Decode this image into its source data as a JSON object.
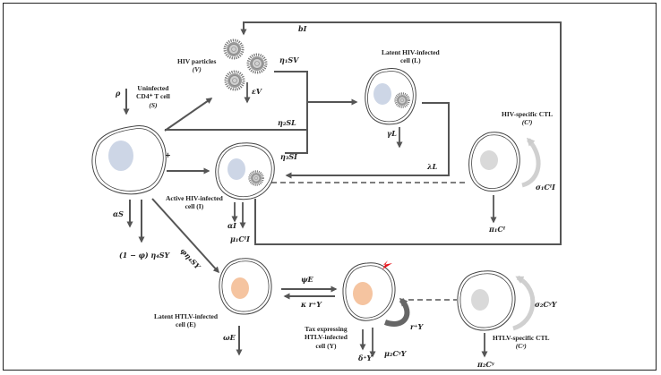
{
  "title": "HIV/HTLV co-infection model compartment diagram",
  "colors": {
    "line": "#555555",
    "nucleus_uninfected": "#cdd6e6",
    "nucleus_htlv": "#f5c4a0",
    "nucleus_ctl": "#d9d9d9",
    "tax_marker": "#e8141b",
    "virion": "#808080"
  },
  "compartments": {
    "S": {
      "label_line1": "Uninfected",
      "label_line2": "CD4⁺  T cell",
      "label_line3": "(S)"
    },
    "V": {
      "label_line1": "HIV  particles",
      "label_line2": "(V)"
    },
    "L": {
      "label_line1": "Latent  HIV-infected",
      "label_line2": "cell (L)"
    },
    "I": {
      "label_line1": "Active  HIV-infected",
      "label_line2": "cell (I)"
    },
    "CI": {
      "label_line1": "HIV-specific  CTL",
      "label_line2": "(Cᴵ)"
    },
    "E": {
      "label_line1": "Latent  HTLV-infected",
      "label_line2": "cell (E)"
    },
    "Y": {
      "label_line1": "Tax expressing",
      "label_line2": "HTLV-infected",
      "label_line3": "cell (Y)"
    },
    "CY": {
      "label_line1": "HTLV-specific  CTL",
      "label_line2": "(Cʸ)"
    }
  },
  "rates": {
    "rho": "ρ",
    "bI": "bI",
    "eta1SV": "η₁SV",
    "epsV": "εV",
    "eta2SL": "η₂SL",
    "eta3SI": "η₃SI",
    "gammaL": "γL",
    "lambdaL": "λL",
    "plus": "+",
    "alphaS": "αS",
    "oneMinusPhi": "(1 − φ) η₄SY",
    "phiEta4SY": "φη₄SY",
    "aI": "αI",
    "mu1": "μ₁CᴵI",
    "sigma1": "σ₁CᴵI",
    "pi1": "π₁Cᴵ",
    "psiE": "ψE",
    "kappa": "κ r⁺Y",
    "omegaE": "ωE",
    "rY": "r⁺Y",
    "deltaY": "δ⁺Y",
    "mu2": "μ₂CʸY",
    "sigma2": "σ₂CʸY",
    "pi2": "π₂Cʸ"
  }
}
